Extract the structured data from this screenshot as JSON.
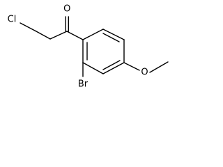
{
  "molecule": {
    "atom_labels": {
      "oxygen_carbonyl": "O",
      "chlorine": "Cl",
      "bromine": "Br",
      "oxygen_methoxy": "O"
    },
    "line_color": "#000000",
    "background": "#ffffff"
  }
}
